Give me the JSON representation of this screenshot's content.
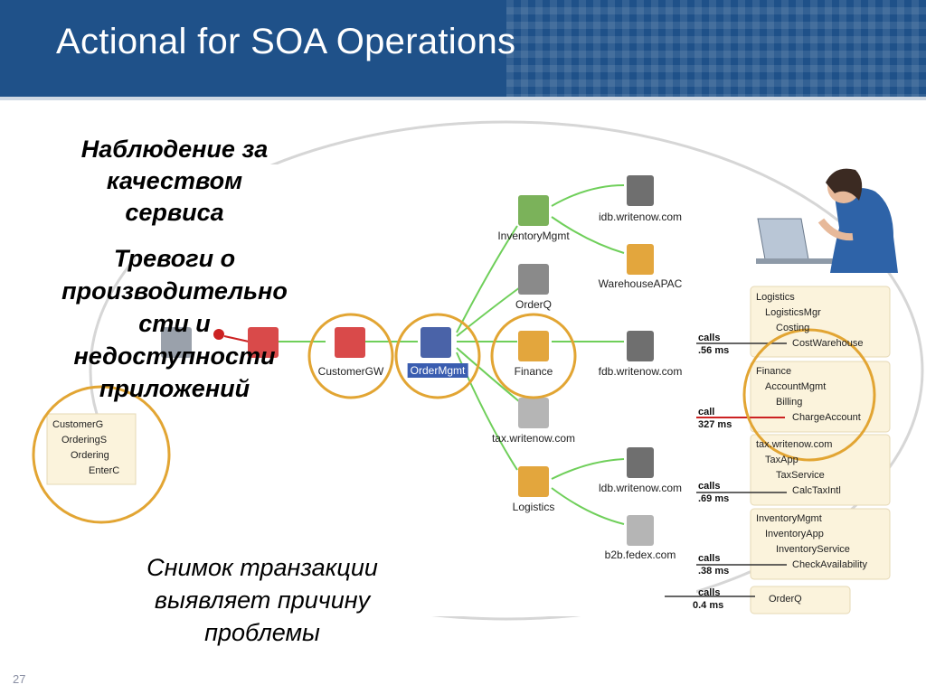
{
  "title": "Actional for SOA Operations",
  "bullets": [
    [
      "Наблюдение за",
      "качеством",
      "сервиса"
    ],
    [
      "Тревоги о",
      "производительно",
      "сти и",
      "недоступности",
      "приложений"
    ]
  ],
  "caption": [
    "Снимок транзакции",
    "выявляет причину",
    "проблемы"
  ],
  "page_number": "27",
  "nodes": {
    "inventory": "InventoryMgmt",
    "idb": "idb.writenow.com",
    "warehouse": "WarehouseAPAC",
    "orderq": "OrderQ",
    "customergw": "CustomerGW",
    "ordermgmt": "OrderMgmt",
    "finance": "Finance",
    "fdb": "fdb.writenow.com",
    "tax": "tax.writenow.com",
    "logistics": "Logistics",
    "ldb": "ldb.writenow.com",
    "b2b": "b2b.fedex.com"
  },
  "left_tree": [
    "CustomerG",
    "OrderingS",
    "Ordering",
    "EnterC"
  ],
  "right_trees": {
    "logistics": [
      "Logistics",
      "LogisticsMgr",
      "Costing",
      "CostWarehouse"
    ],
    "finance": [
      "Finance",
      "AccountMgmt",
      "Billing",
      "ChargeAccount"
    ],
    "tax": [
      "tax.writenow.com",
      "TaxApp",
      "TaxService",
      "CalcTaxIntl"
    ],
    "inventory": [
      "InventoryMgmt",
      "InventoryApp",
      "InventoryService",
      "CheckAvailability"
    ],
    "orderq": [
      "OrderQ"
    ]
  },
  "stats": [
    [
      "calls",
      ".56 ms"
    ],
    [
      "call",
      "327 ms"
    ],
    [
      "calls",
      ".69 ms"
    ],
    [
      "calls",
      ".38 ms"
    ],
    [
      "calls",
      "0.4 ms"
    ]
  ],
  "colors": {
    "header": "#1f5189",
    "node_green": "#7bb25a",
    "node_orange": "#e3a63d",
    "node_red": "#cc3333",
    "highlight_circle": "#e2a533",
    "edge_green": "#6fcf5a"
  }
}
